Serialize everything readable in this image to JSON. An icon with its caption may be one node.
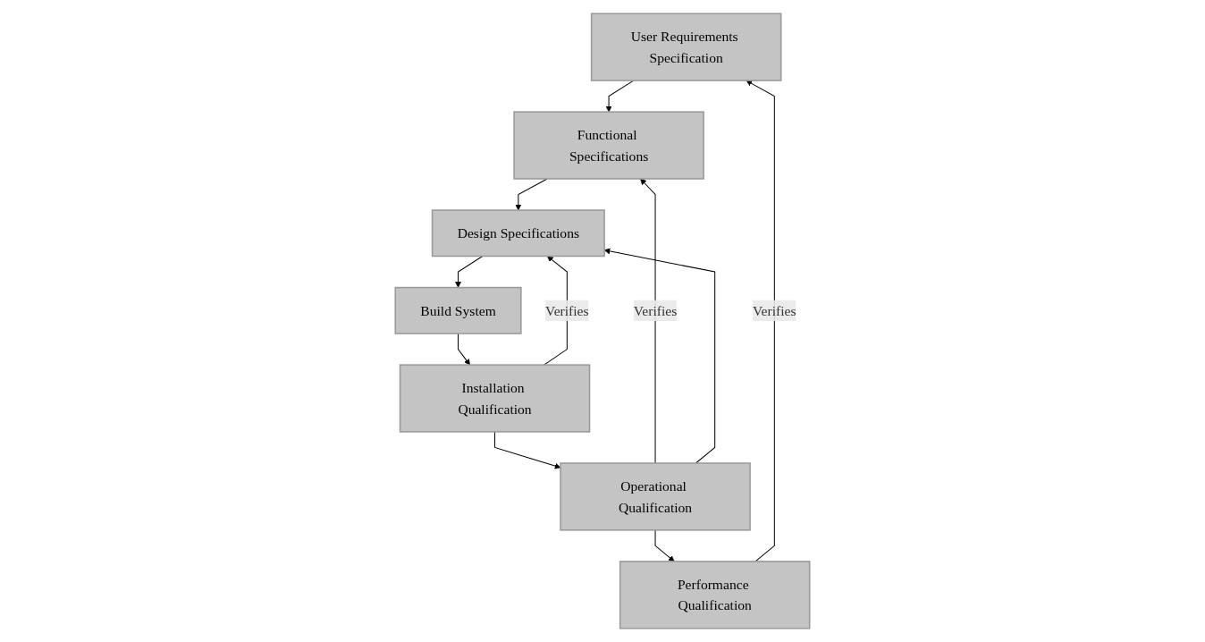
{
  "diagram": {
    "nodes": [
      {
        "text": [
          "User Requirements Specification"
        ]
      },
      {
        "text": [
          "Functional Specifications"
        ]
      },
      {
        "text": [
          "Design Specifications"
        ]
      },
      {
        "text": [
          "Build System"
        ]
      },
      {
        "text": [
          "Installation Qualification"
        ]
      },
      {
        "text": [
          "Operational Qualification"
        ]
      },
      {
        "text": [
          "Performance Qualification"
        ]
      }
    ],
    "edges": [
      {
        "from": 0,
        "to": 1,
        "arrow": "to"
      },
      {
        "from": 1,
        "to": 2,
        "arrow": "to"
      },
      {
        "from": 2,
        "to": 3,
        "arrow": "to"
      },
      {
        "from": 3,
        "to": 4,
        "arrow": "to"
      },
      {
        "from": 4,
        "to": 5,
        "arrow": "to"
      },
      {
        "from": 5,
        "to": 6,
        "arrow": "to"
      },
      {
        "from": 6,
        "to": 0,
        "label": "Verifies",
        "arrow": "to"
      },
      {
        "from": 5,
        "to": 1,
        "label": "Verifies",
        "arrow": "to"
      },
      {
        "from": 5,
        "to": 2,
        "arrow": "to"
      },
      {
        "from": 4,
        "to": 2,
        "label": "Verifies",
        "arrow": "to"
      }
    ]
  }
}
